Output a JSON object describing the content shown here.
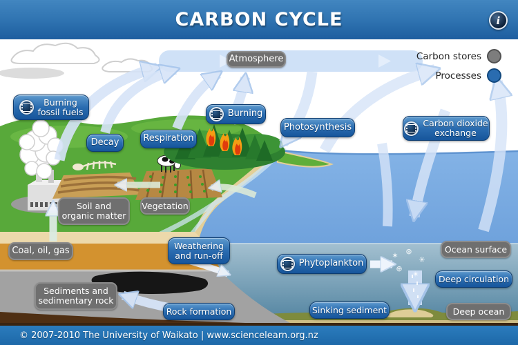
{
  "header": {
    "title": "CARBON CYCLE",
    "info_icon_glyph": "i"
  },
  "legend": {
    "stores_label": "Carbon stores",
    "processes_label": "Processes"
  },
  "stores": {
    "atmosphere": "Atmosphere",
    "soil": "Soil and\norganic matter",
    "vegetation": "Vegetation",
    "coal_oil_gas": "Coal, oil, gas",
    "ocean_surface": "Ocean surface",
    "deep_ocean": "Deep ocean",
    "sediments": "Sediments and\nsedimentary rock"
  },
  "processes": {
    "burning_fossil_fuels": "Burning\nfossil fuels",
    "decay": "Decay",
    "respiration": "Respiration",
    "burning": "Burning",
    "photosynthesis": "Photosynthesis",
    "carbon_dioxide_exchange": "Carbon dioxide\nexchange",
    "weathering": "Weathering\nand run-off",
    "phytoplankton": "Phytoplankton",
    "deep_circulation": "Deep circulation",
    "rock_formation": "Rock formation",
    "sinking_sediment": "Sinking sediment"
  },
  "colors": {
    "store_fill": "#6f6f6f",
    "process_fill": "#2a6cb0",
    "header_blue": "#2e72b0",
    "footer_blue": "#2274b6",
    "arrow_blue": "#d6e4f8"
  },
  "footer": {
    "text": "© 2007-2010 The University of Waikato | www.sciencelearn.org.nz"
  }
}
